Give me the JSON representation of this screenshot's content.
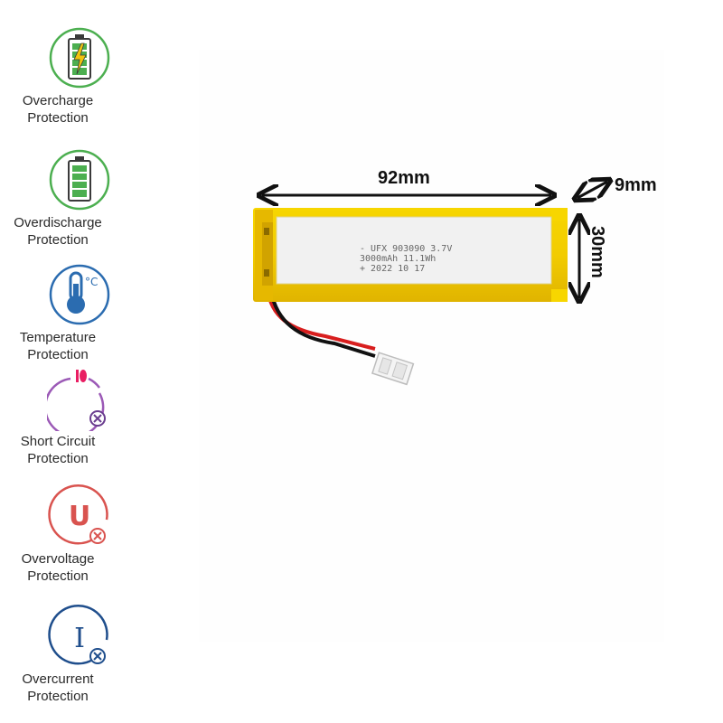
{
  "features": [
    {
      "id": "overcharge",
      "icon": "battery-charging-icon",
      "line1": "Overcharge",
      "line2": "Protection",
      "color": "#4caf50"
    },
    {
      "id": "overdischarge",
      "icon": "battery-full-icon",
      "line1": "Overdischarge",
      "line2": "Protection",
      "color": "#4caf50"
    },
    {
      "id": "temperature",
      "icon": "thermometer-icon",
      "line1": "Temperature",
      "line2": "Protection",
      "color": "#2b6cb0"
    },
    {
      "id": "short-circuit",
      "icon": "short-circuit-icon",
      "line1": "Short Circuit",
      "line2": "Protection",
      "color": "#9b59b6"
    },
    {
      "id": "overvoltage",
      "icon": "voltage-u-icon",
      "line1": "Overvoltage",
      "line2": "Protection",
      "color": "#d9534f"
    },
    {
      "id": "overcurrent",
      "icon": "current-i-icon",
      "line1": "Overcurrent",
      "line2": "Protection",
      "color": "#1f4e8c"
    }
  ],
  "dimensions": {
    "length": "92mm",
    "thickness": "9mm",
    "width": "30mm"
  },
  "cell_label": {
    "line1": "- UFX 903090 3.7V",
    "line2": "3000mAh 11.1Wh",
    "line3": "+ 2022 10 17"
  },
  "temp_unit": "°C"
}
